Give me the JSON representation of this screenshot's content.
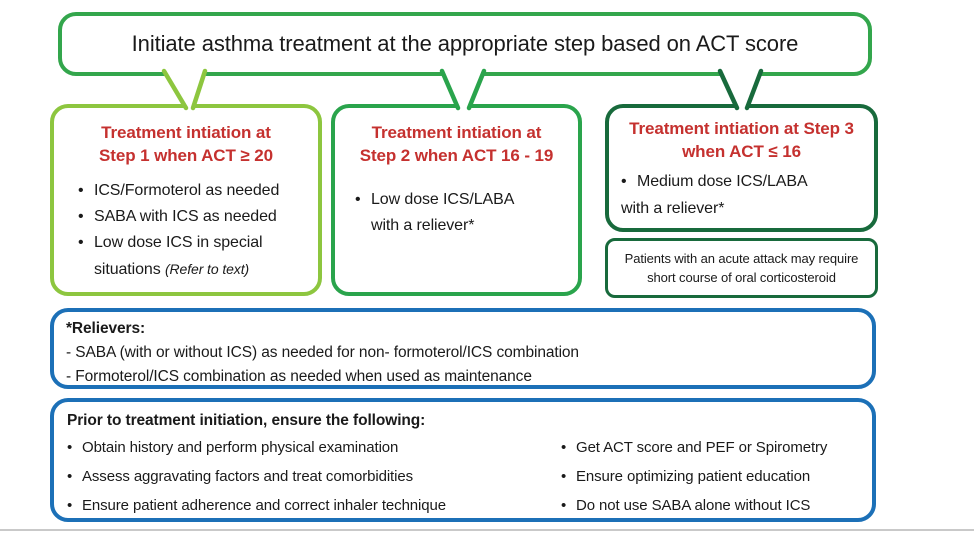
{
  "title": "Initiate asthma treatment at the appropriate step based on ACT score",
  "colors": {
    "top_green": "#33a64c",
    "step1_green": "#8dc63f",
    "step2_green": "#2aa44c",
    "step3_green": "#186a3c",
    "blue": "#1c70b7",
    "heading_red": "#c5312f"
  },
  "steps": [
    {
      "heading_line1": "Treatment intiation at",
      "heading_line2": "Step 1 when ACT ≥ 20",
      "bullet1": "ICS/Formoterol as needed",
      "bullet2": "SABA with ICS as needed",
      "bullet3_line1": "Low dose ICS in special",
      "bullet3_line2": "situations",
      "bullet3_note": "(Refer to text)"
    },
    {
      "heading_line1": "Treatment intiation at",
      "heading_line2": "Step 2 when ACT 16 - 19",
      "bullet1_line1": "Low dose ICS/LABA",
      "bullet1_line2": "with a reliever*"
    },
    {
      "heading_line1": "Treatment intiation at Step 3",
      "heading_line2": "when ACT ≤ 16",
      "bullet1_line1": "Medium dose ICS/LABA",
      "bullet1_line2": "with a reliever*"
    }
  ],
  "acute_note": {
    "line1": "Patients with an acute attack may require",
    "line2": "short course of oral corticosteroid"
  },
  "relievers": {
    "heading": "*Relievers:",
    "line1": "- SABA (with or without ICS) as needed for non- formoterol/ICS combination",
    "line2": "- Formoterol/ICS combination as needed when used as maintenance"
  },
  "prior": {
    "heading": "Prior to treatment initiation, ensure the following:",
    "left": [
      "Obtain history and perform physical examination",
      "Assess aggravating factors and treat comorbidities",
      "Ensure patient adherence and correct inhaler technique"
    ],
    "right": [
      "Get ACT score and PEF or Spirometry",
      "Ensure optimizing patient education",
      "Do not use SABA alone without ICS"
    ]
  }
}
